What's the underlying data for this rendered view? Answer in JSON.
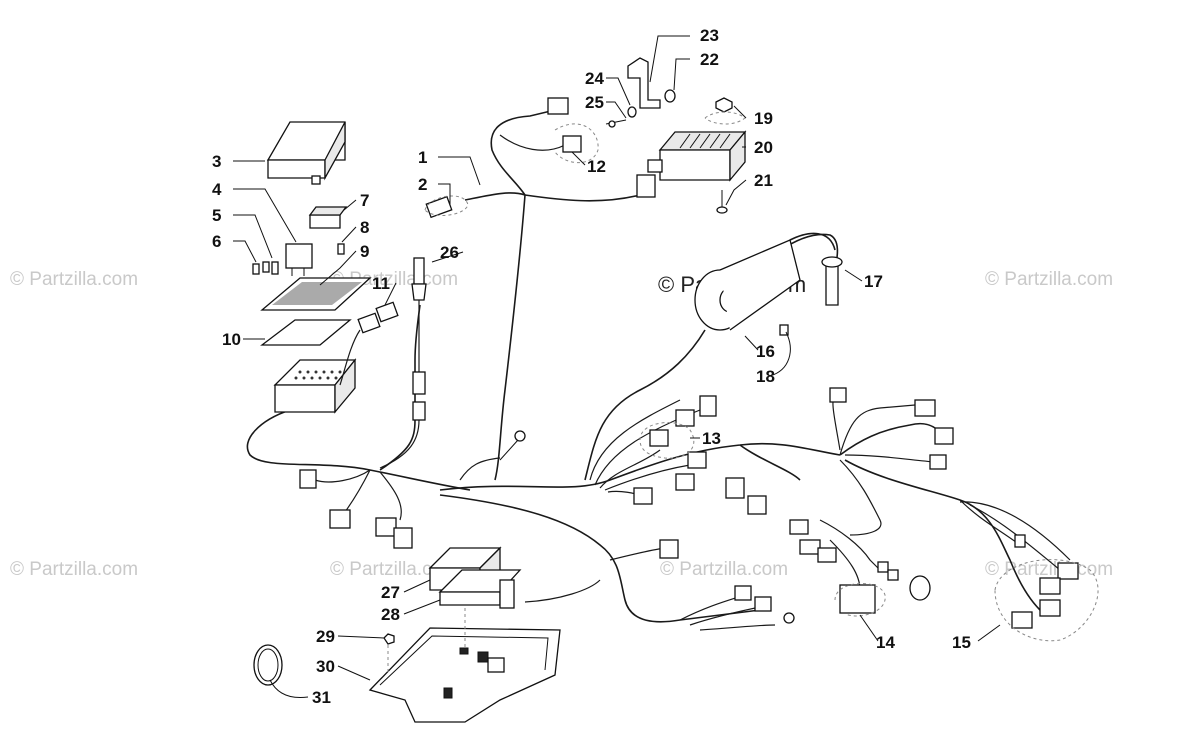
{
  "watermark": "© Partzilla.com",
  "watermark_main": "© Partzilla.com",
  "callouts": [
    "1",
    "2",
    "3",
    "4",
    "5",
    "6",
    "7",
    "8",
    "9",
    "10",
    "11",
    "12",
    "13",
    "14",
    "15",
    "16",
    "17",
    "18",
    "19",
    "20",
    "21",
    "22",
    "23",
    "24",
    "25",
    "26",
    "27",
    "28",
    "29",
    "30",
    "31"
  ]
}
